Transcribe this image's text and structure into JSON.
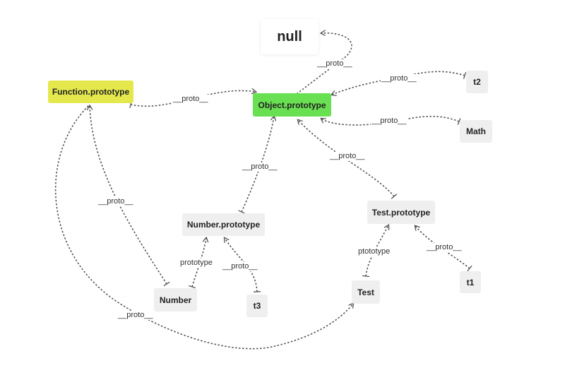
{
  "colors": {
    "function_node": "#e4e84c",
    "object_node": "#69e051",
    "plain_node": "#efefef",
    "edge": "#555555"
  },
  "nodes": {
    "null": "null",
    "function_prototype": "Function.prototype",
    "object_prototype": "Object.prototype",
    "t2": "t2",
    "math": "Math",
    "number_prototype": "Number.prototype",
    "test_prototype": "Test.prototype",
    "number": "Number",
    "t3": "t3",
    "test": "Test",
    "t1": "t1"
  },
  "edges": {
    "object_to_null": "__proto__",
    "function_object": "__proto__",
    "t2_object": "__proto__",
    "math_object": "__proto__",
    "number_prototype_object": "__proto__",
    "test_prototype_object": "__proto__",
    "number_function": "__proto__",
    "number_number_prototype": "prototype",
    "t3_number_prototype": "__proto__",
    "test_test_prototype": "ptototype",
    "t1_test_prototype": "__proto__",
    "test_function": "__proto__"
  }
}
